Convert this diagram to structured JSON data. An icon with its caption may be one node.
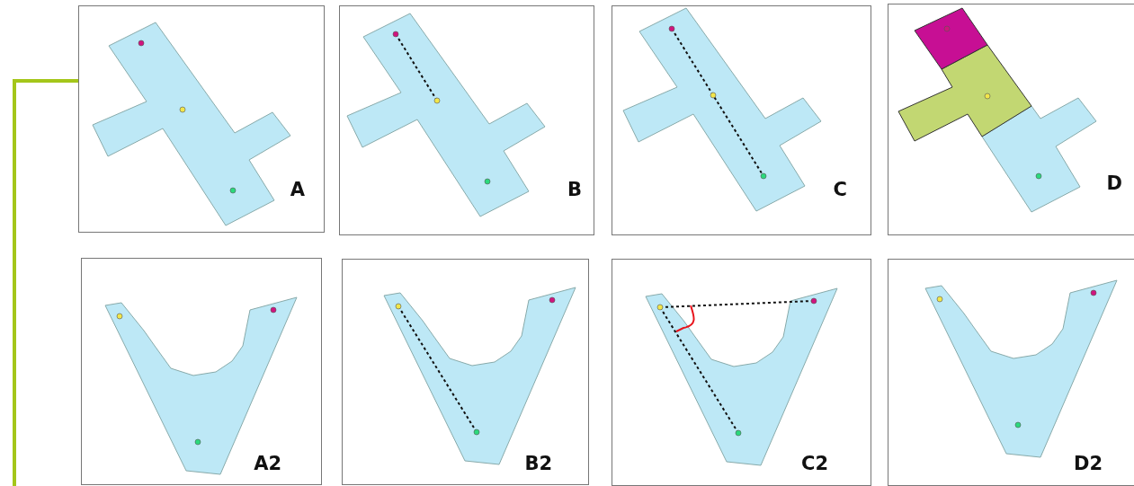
{
  "diagram": {
    "nodes": [
      {
        "text": [
          "A"
        ]
      },
      {
        "text": [
          "B"
        ]
      },
      {
        "text": [
          "C"
        ]
      },
      {
        "text": [
          "D"
        ]
      },
      {
        "text": [
          "A2"
        ]
      },
      {
        "text": [
          "B2"
        ]
      },
      {
        "text": [
          "C2"
        ]
      },
      {
        "text": [
          "D2"
        ]
      }
    ]
  }
}
